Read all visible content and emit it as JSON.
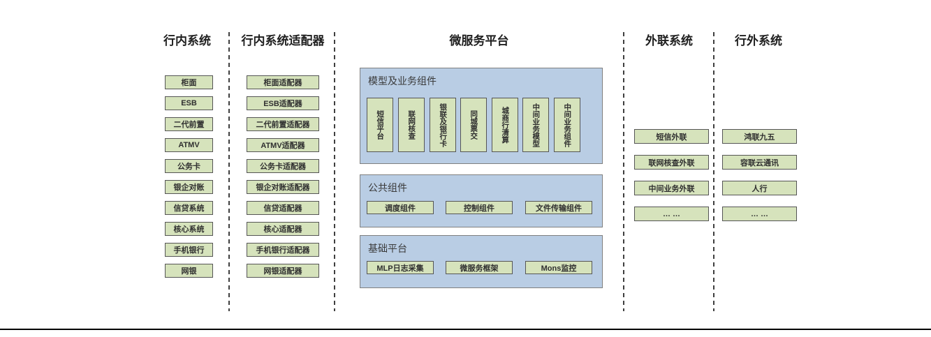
{
  "columns": [
    {
      "header": "行内系统",
      "items": [
        "柜面",
        "ESB",
        "二代前置",
        "ATMV",
        "公务卡",
        "银企对账",
        "信贷系统",
        "核心系统",
        "手机银行",
        "网银"
      ]
    },
    {
      "header": "行内系统适配器",
      "items": [
        "柜面适配器",
        "ESB适配器",
        "二代前置适配器",
        "ATMV适配器",
        "公务卡适配器",
        "银企对账适配器",
        "信贷适配器",
        "核心适配器",
        "手机银行适配器",
        "网银适配器"
      ]
    },
    {
      "header": "微服务平台",
      "blocks": [
        {
          "title": "模型及业务组件",
          "items": [
            "短信平台",
            "联网核查",
            "银联及银行卡",
            "同城票交",
            "城商行清算",
            "中间业务模型",
            "中间业务组件"
          ]
        },
        {
          "title": "公共组件",
          "items": [
            "调度组件",
            "控制组件",
            "文件传输组件"
          ]
        },
        {
          "title": "基础平台",
          "items": [
            "MLP日志采集",
            "微服务框架",
            "Mons监控"
          ]
        }
      ]
    },
    {
      "header": "外联系统",
      "items": [
        "短信外联",
        "联网核查外联",
        "中间业务外联",
        "… …"
      ]
    },
    {
      "header": "行外系统",
      "items": [
        "鸿联九五",
        "容联云通讯",
        "人行",
        "… …"
      ]
    }
  ],
  "colors": {
    "box_fill": "#d6e3bc",
    "box_border": "#555555",
    "panel_fill": "#b9cde4",
    "panel_border": "#7f7f7f",
    "divider": "#3f3f3f",
    "bottom_rule": "#000000"
  }
}
